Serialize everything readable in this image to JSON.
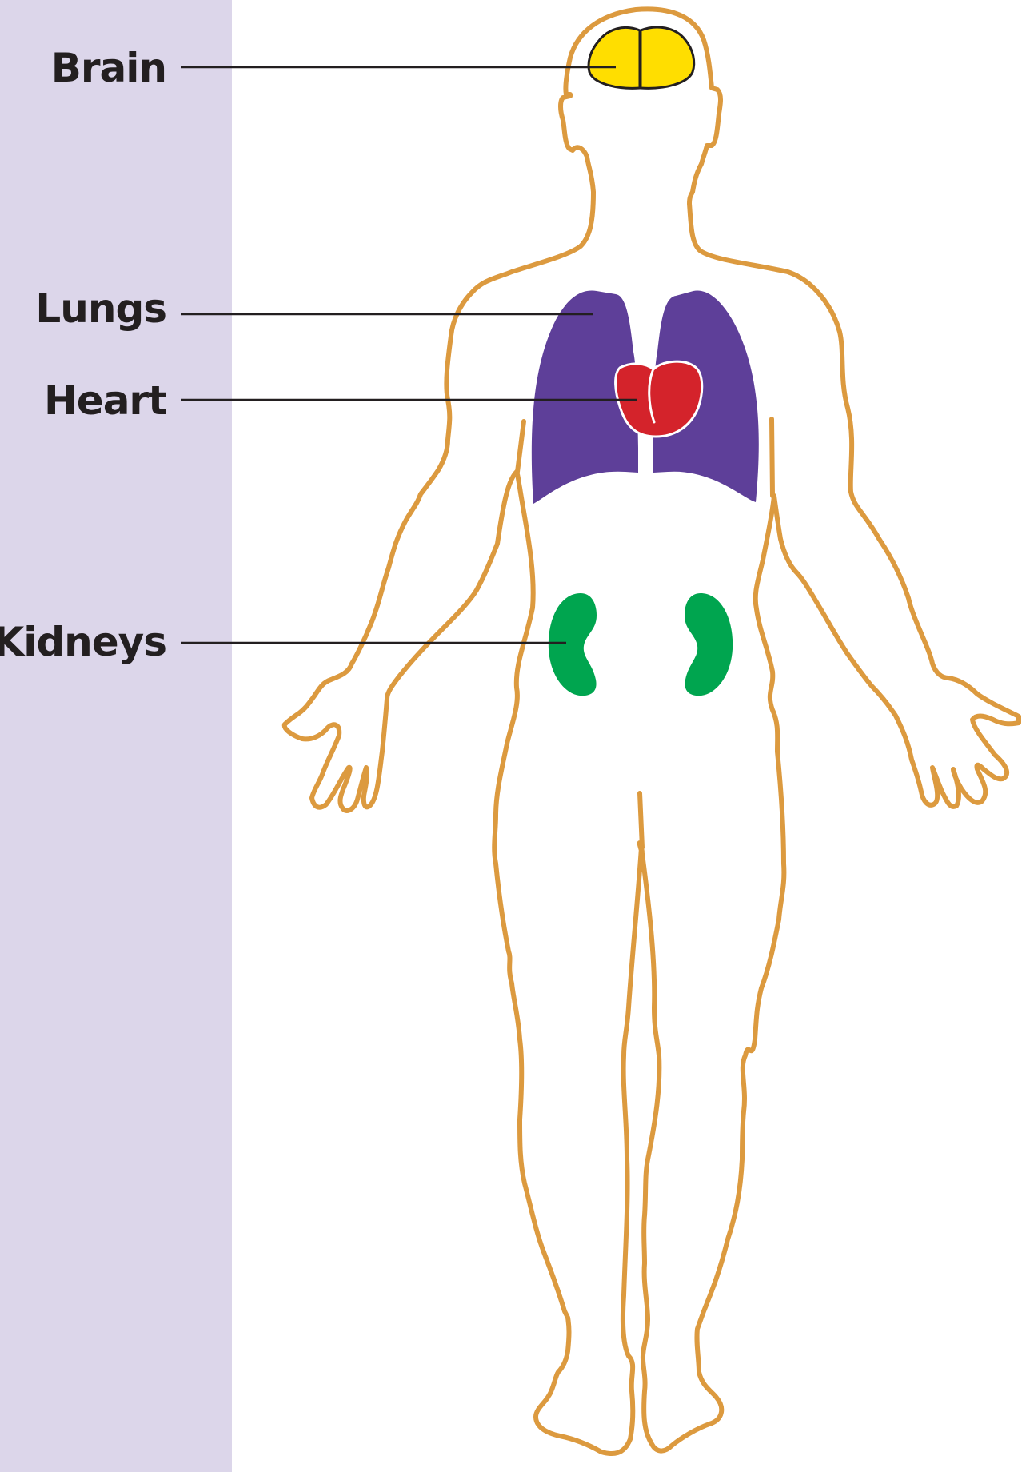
{
  "colors": {
    "sidebar": "#dcd6ea",
    "outline": "#dc9a3f",
    "brain": "#ffde00",
    "lungs": "#5e3f99",
    "heart": "#d4232b",
    "kidneys": "#00a54f",
    "text": "#231f20"
  },
  "labels": {
    "brain": "Brain",
    "lungs": "Lungs",
    "heart": "Heart",
    "kidneys": "Kidneys"
  }
}
